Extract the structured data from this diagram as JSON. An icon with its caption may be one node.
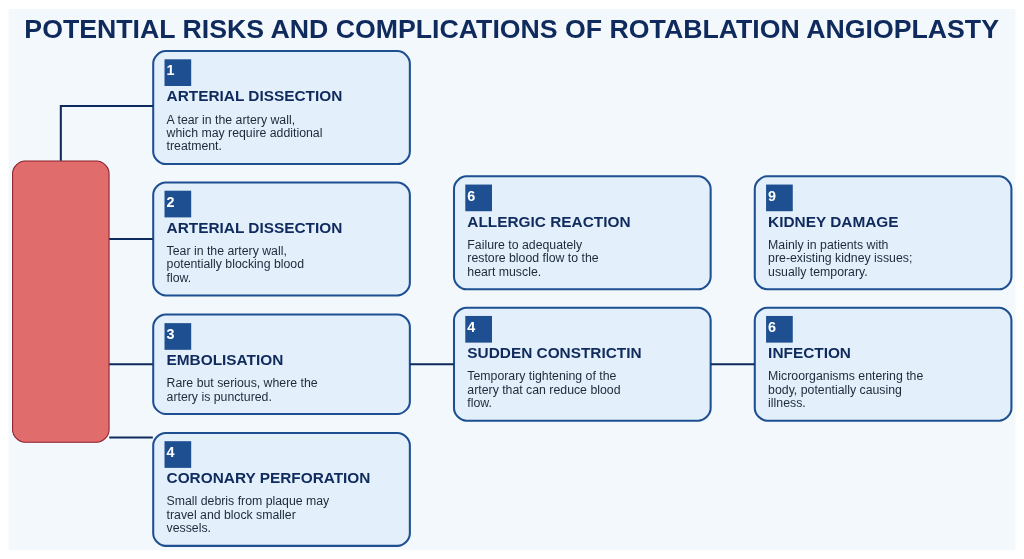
{
  "diagram": {
    "title": "POTENTIAL RISKS AND COMPLICATIONS OF ROTABLATION ANGIOPLASTY",
    "nodes": [
      {
        "text": [],
        "shape": "box"
      },
      {
        "text": [
          "1",
          "ARTERIAL DISSECTION",
          "A tear in the artery wall, which may require additional treatment."
        ]
      },
      {
        "text": [
          "2",
          "ARTERIAL DISSECTION",
          "Tear in the artery wall, potentially blocking blood flow."
        ]
      },
      {
        "text": [
          "3",
          "EMBOLISATION",
          "Rare but serious, where the artery is punctured."
        ]
      },
      {
        "text": [
          "4",
          "CORONARY PERFORATION",
          "Small debris from plaque may travel and block smaller vessels."
        ]
      },
      {
        "text": [
          "4",
          "SUDDEN CONSTRICTIN",
          "Temporary tightening of the artery that can reduce blood flow."
        ]
      },
      {
        "text": [
          "6",
          "ALLERGIC REACTION",
          "Failure to adequately restore blood flow to the heart muscle."
        ]
      },
      {
        "text": [
          "6",
          "INFECTION",
          "Microorganisms entering the body, potentially causing illness."
        ]
      },
      {
        "text": [
          "9",
          "KIDNEY DAMAGE",
          "Mainly in patients with pre-existing kidney issues; usually temporary."
        ]
      }
    ],
    "edges": [
      {
        "from": 0,
        "to": 1,
        "arrow": "none"
      },
      {
        "from": 0,
        "to": 2,
        "arrow": "none"
      },
      {
        "from": 0,
        "to": 3,
        "arrow": "none"
      },
      {
        "from": 0,
        "to": 4,
        "arrow": "none"
      },
      {
        "from": 3,
        "to": 5,
        "arrow": "none"
      },
      {
        "from": 5,
        "to": 7,
        "arrow": "none"
      }
    ]
  }
}
